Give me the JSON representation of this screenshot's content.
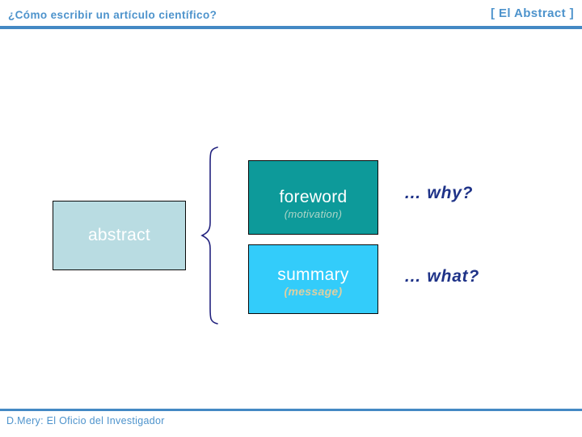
{
  "header": {
    "title": "¿Cómo escribir un artículo científico?",
    "section": "[ El Abstract ]"
  },
  "diagram": {
    "abstract_box": {
      "label": "abstract"
    },
    "foreword_box": {
      "label": "foreword",
      "sublabel": "(motivation)"
    },
    "summary_box": {
      "label": "summary",
      "sublabel": "(message)"
    },
    "annotations": {
      "why": "… why?",
      "what": "… what?"
    },
    "brace_icon": "left-curly-brace"
  },
  "footer": {
    "credit": "D.Mery: El Oficio del Investigador"
  },
  "colors": {
    "header_blue": "#4d93cc",
    "rule_blue": "#4489c4",
    "abstract_bg": "#b9dce2",
    "foreword_bg": "#0d9a9a",
    "summary_bg": "#33ccfa",
    "motivation_color": "#aed6c8",
    "message_color": "#dccfa2",
    "navy": "#1f3388",
    "brace_color": "#22227e"
  }
}
